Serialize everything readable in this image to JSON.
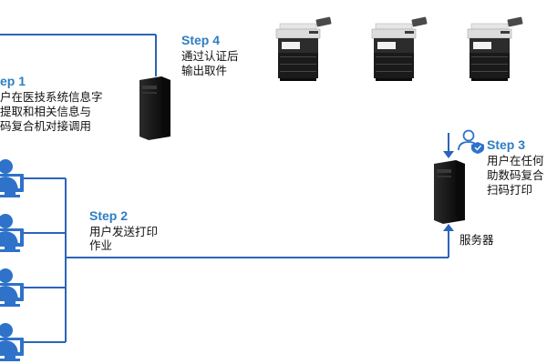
{
  "colors": {
    "connector": "#2C63B8",
    "step_title": "#2E7EC2",
    "text": "#111111",
    "person": "#2E72C9"
  },
  "step1": {
    "title": "ep 1",
    "lines": [
      "户在医技系统信息字",
      "提取和相关信息与",
      "码复合机对接调用"
    ]
  },
  "step2": {
    "title": "Step 2",
    "lines": [
      "用户发送打印",
      "作业"
    ]
  },
  "step3": {
    "title": "Step 3",
    "lines": [
      "用户在任何",
      "助数码复合",
      "扫码打印"
    ]
  },
  "step4": {
    "title": "Step 4",
    "lines": [
      "通过认证后",
      "输出取件"
    ]
  },
  "server_label": "服务器",
  "icons": {
    "workstations": [
      "person-at-computer-icon",
      "person-at-computer-icon",
      "person-at-computer-icon",
      "person-at-computer-icon"
    ],
    "printers": [
      "multifunction-printer-icon",
      "multifunction-printer-icon",
      "multifunction-printer-icon"
    ],
    "servers": [
      "tower-server-icon",
      "tower-server-icon"
    ],
    "auth": "user-authentication-icon"
  }
}
